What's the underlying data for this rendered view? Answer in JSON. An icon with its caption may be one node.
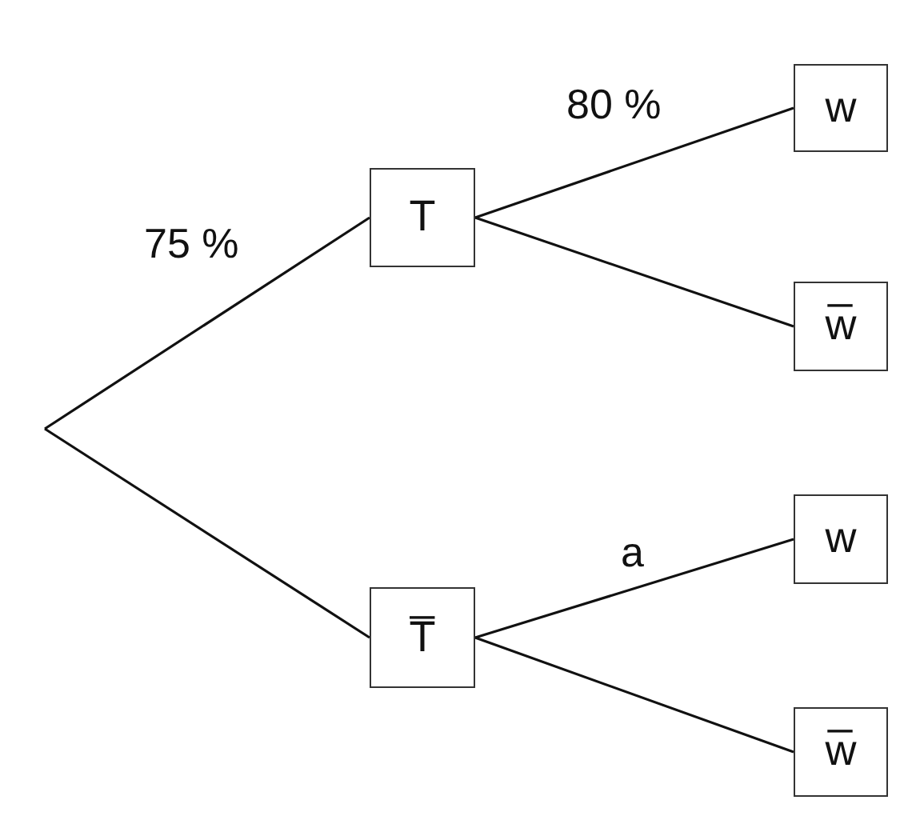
{
  "diagram": {
    "nodes": [
      {
        "text": [
          "T"
        ]
      },
      {
        "text": [
          "w"
        ]
      },
      {
        "text": [
          "w̅"
        ]
      },
      {
        "text": [
          "T̅"
        ]
      },
      {
        "text": [
          "w"
        ]
      },
      {
        "text": [
          "w̅"
        ]
      }
    ],
    "edges": [
      {
        "from": null,
        "to": 0,
        "arrow": "none",
        "label": "75 %"
      },
      {
        "from": null,
        "to": 3,
        "arrow": "none"
      },
      {
        "from": 0,
        "to": 1,
        "arrow": "none",
        "label": "80 %"
      },
      {
        "from": 0,
        "to": 2,
        "arrow": "none"
      },
      {
        "from": 3,
        "to": 4,
        "arrow": "none",
        "label": "a"
      },
      {
        "from": 3,
        "to": 5,
        "arrow": "none"
      }
    ]
  }
}
